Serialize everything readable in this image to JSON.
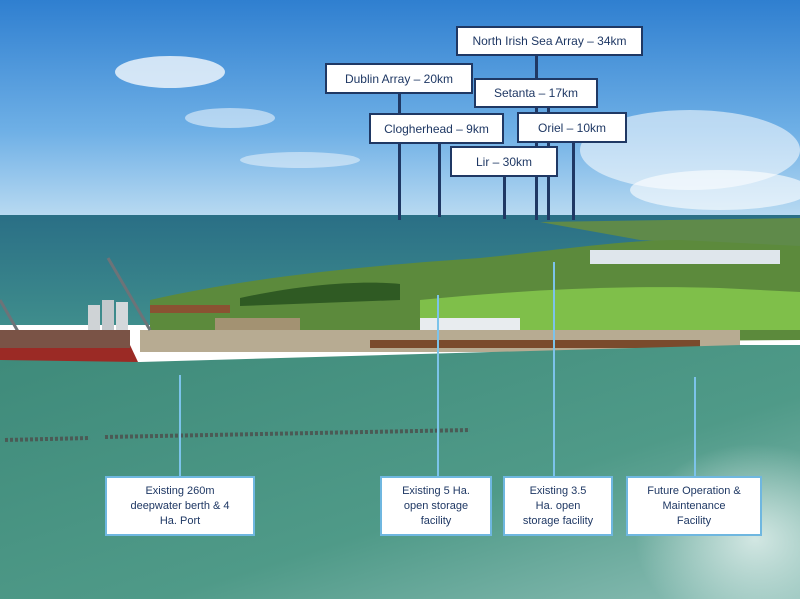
{
  "top_labels": [
    {
      "key": "north_irish_sea",
      "text": "North Irish Sea Array – 34km"
    },
    {
      "key": "dublin",
      "text": "Dublin Array – 20km"
    },
    {
      "key": "setanta",
      "text": "Setanta – 17km"
    },
    {
      "key": "clogherhead",
      "text": "Clogherhead – 9km"
    },
    {
      "key": "oriel",
      "text": "Oriel – 10km"
    },
    {
      "key": "lir",
      "text": "Lir – 30km"
    }
  ],
  "bottom_labels": [
    {
      "key": "berth",
      "text": "Existing 260m\ndeepwater berth & 4\nHa. Port"
    },
    {
      "key": "storage5",
      "text": "Existing 5 Ha.\nopen storage\nfacility"
    },
    {
      "key": "storage35",
      "text": "Existing 3.5\nHa. open\nstorage facility"
    },
    {
      "key": "om",
      "text": "Future Operation &\nMaintenance\nFacility"
    }
  ],
  "colors": {
    "label_border_dark": "#1f3864",
    "label_border_light": "#6fb7e0",
    "label_text": "#1f3864"
  }
}
